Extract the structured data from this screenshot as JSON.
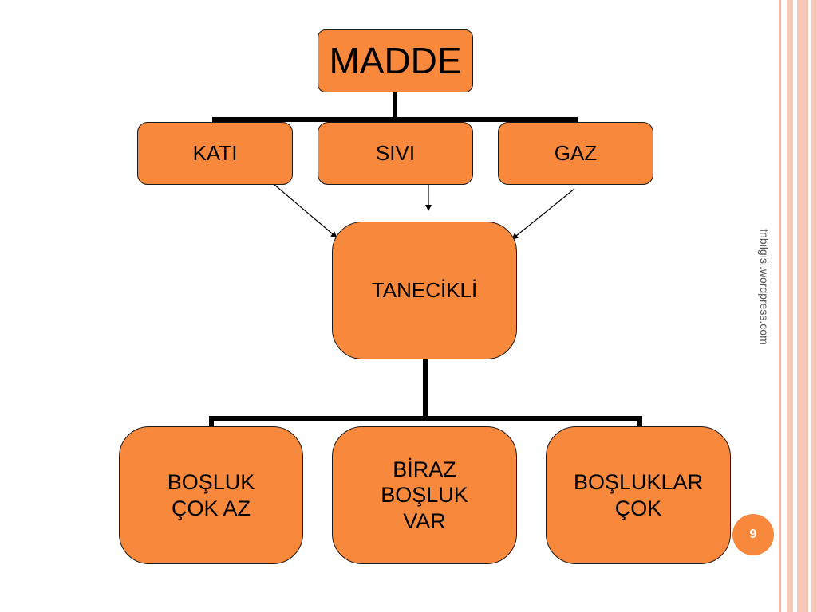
{
  "diagram": {
    "root": "MADDE",
    "states": [
      "KATI",
      "SIVI",
      "GAZ"
    ],
    "center": "TANECİKLİ",
    "properties": [
      "BOŞLUK\n ÇOK AZ",
      "BİRAZ\nBOŞLUK\nVAR",
      "BOŞLUKLAR\nÇOK"
    ]
  },
  "footer": {
    "watermark": "fnbilgisi.wordpress.com",
    "page_number": "9"
  },
  "colors": {
    "node_fill": "#f7883c",
    "node_border": "#1a1a1a",
    "connector": "#000000",
    "stripe": "#f7c8b8",
    "badge_text": "#ffffff"
  }
}
